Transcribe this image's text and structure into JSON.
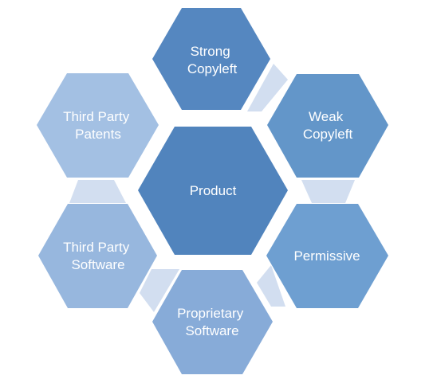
{
  "colors": {
    "background": "#ffffff",
    "product": "#5184bd",
    "strong_copyleft": "#5587c0",
    "weak_copyleft": "#6396c9",
    "permissive": "#6e9fd1",
    "proprietary_software": "#87abd8",
    "third_party_software": "#97b7de",
    "third_party_patents": "#a3c0e3",
    "connector": "#d2def0",
    "label": "#ffffff"
  },
  "nodes": [
    {
      "id": "product",
      "lines": [
        "Product"
      ],
      "color_key": "product"
    },
    {
      "id": "strong-copyleft",
      "lines": [
        "Strong",
        "Copyleft"
      ],
      "color_key": "strong_copyleft"
    },
    {
      "id": "weak-copyleft",
      "lines": [
        "Weak",
        "Copyleft"
      ],
      "color_key": "weak_copyleft"
    },
    {
      "id": "permissive",
      "lines": [
        "Permissive"
      ],
      "color_key": "permissive"
    },
    {
      "id": "proprietary-software",
      "lines": [
        "Proprietary",
        "Software"
      ],
      "color_key": "proprietary_software"
    },
    {
      "id": "third-party-software",
      "lines": [
        "Third Party",
        "Software"
      ],
      "color_key": "third_party_software"
    },
    {
      "id": "third-party-patents",
      "lines": [
        "Third Party",
        "Patents"
      ],
      "color_key": "third_party_patents"
    }
  ]
}
